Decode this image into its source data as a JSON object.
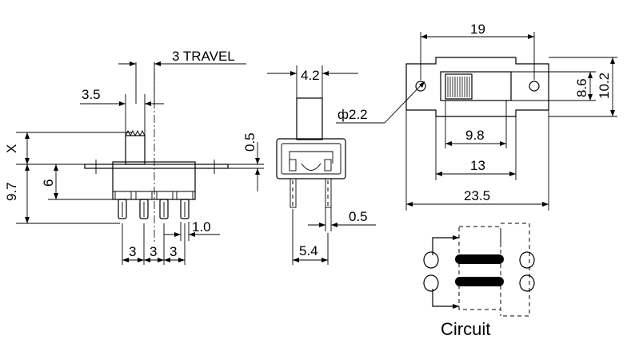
{
  "side_view": {
    "travel_label": "3  TRAVEL",
    "lever_width": "3.5",
    "height_x": "X",
    "height_total": "9.7",
    "height_body": "6",
    "pin_width": "1.0",
    "pitch_1": "3",
    "pitch_2": "3",
    "pitch_3": "3"
  },
  "end_view": {
    "lever_width": "4.2",
    "plate_thickness": "0.5",
    "pin_thickness": "0.5",
    "pin_span": "5.4"
  },
  "top_view": {
    "hole_spacing": "19",
    "hole_diameter": "ф2.2",
    "body_height": "8.6",
    "plate_height": "10.2",
    "slot_width": "9.8",
    "body_width": "13",
    "plate_length": "23.5"
  },
  "circuit": {
    "caption": "Circuit"
  }
}
